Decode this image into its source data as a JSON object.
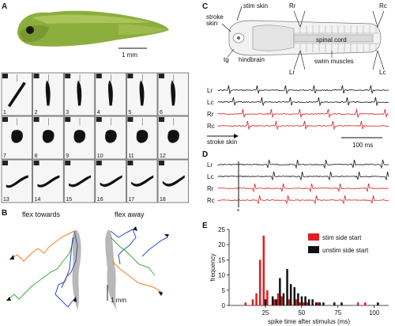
{
  "panels": {
    "A": {
      "label": "A",
      "scale_bar": "1 mm",
      "frame_numbers": [
        "1",
        "2",
        "3",
        "4",
        "5",
        "6",
        "7",
        "8",
        "9",
        "10",
        "11",
        "12",
        "13",
        "14",
        "15",
        "16",
        "17",
        "18"
      ]
    },
    "B": {
      "label": "B",
      "title_left": "flex towards",
      "title_right": "flex away",
      "scale_bar": "1 mm"
    },
    "C": {
      "label": "C",
      "labels": {
        "stim_skin": "stim skin",
        "stroke_skin": "stroke\nskin",
        "hindbrain": "hindbrain",
        "spinal_cord": "spinal cord",
        "swim_muscles": "swim muscles",
        "tg": "tg",
        "Rr": "Rr",
        "Rc": "Rc",
        "Lr": "Lr",
        "Lc": "Lc"
      },
      "traces": [
        {
          "name": "Lr",
          "color": "#111111"
        },
        {
          "name": "Lc",
          "color": "#111111"
        },
        {
          "name": "Rr",
          "color": "#d81e1e"
        },
        {
          "name": "Rc",
          "color": "#d81e1e"
        }
      ],
      "stroke_label": "stroke skin",
      "time_scale": "100 ms"
    },
    "D": {
      "label": "D",
      "traces": [
        {
          "name": "Lr",
          "color": "#111111"
        },
        {
          "name": "Lc",
          "color": "#111111"
        },
        {
          "name": "Rr",
          "color": "#d81e1e"
        },
        {
          "name": "Rc",
          "color": "#d81e1e"
        }
      ],
      "stim_marker": "*"
    },
    "E": {
      "label": "E"
    }
  },
  "chart_data": {
    "type": "bar",
    "xlabel": "spike time after stimulus (ms)",
    "ylabel": "frequency",
    "xlim": [
      0,
      110
    ],
    "ylim": [
      0,
      25
    ],
    "xticks": [
      25,
      50,
      75,
      100
    ],
    "yticks": [
      0,
      5,
      10,
      15,
      20,
      25
    ],
    "bin_width": 2.5,
    "legend_position": "top-right",
    "series": [
      {
        "name": "stim side start",
        "color": "#e01f1f",
        "x": [
          12.5,
          17.5,
          20,
          22.5,
          25,
          27.5,
          32.5,
          35,
          37.5,
          42.5,
          47.5,
          50,
          52.5,
          55,
          62.5,
          90,
          95
        ],
        "values": [
          1,
          2,
          4,
          15,
          23,
          5,
          2,
          4,
          3,
          2,
          2,
          1,
          1,
          1,
          1,
          1,
          1
        ]
      },
      {
        "name": "unstim side start",
        "color": "#111111",
        "x": [
          25,
          30,
          32.5,
          35,
          37.5,
          40,
          42.5,
          45,
          47.5,
          50,
          52.5,
          55,
          57.5,
          60,
          62.5,
          65,
          72.5,
          77.5,
          102.5
        ],
        "values": [
          2,
          3,
          2,
          9,
          4,
          12,
          7,
          6,
          4,
          3,
          3,
          2,
          2,
          1,
          1,
          1,
          1,
          1,
          1
        ]
      }
    ]
  }
}
